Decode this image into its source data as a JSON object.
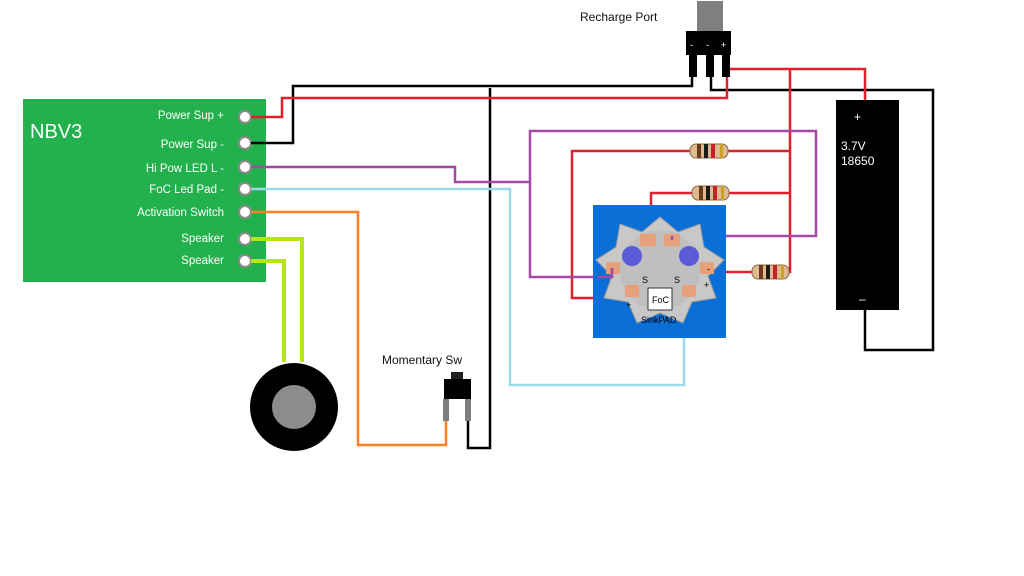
{
  "board": {
    "name": "NBV3",
    "pins": [
      "Power Sup +",
      "Power Sup -",
      "Hi Pow LED L -",
      "FoC Led Pad -",
      "Activation Switch",
      "Speaker",
      "Speaker"
    ]
  },
  "recharge_port": {
    "label": "Recharge Port",
    "pin_minus_1": "-",
    "pin_minus_2": "-",
    "pin_plus": "+"
  },
  "battery": {
    "plus": "+",
    "voltage": "3.7V",
    "type": "18650",
    "minus": "–"
  },
  "led_board": {
    "center_label": "FoC",
    "brand": "SinkPAD",
    "plus_1": "+",
    "plus_2": "+",
    "minus_1": "-",
    "minus_2": "-",
    "s_1": "S",
    "s_2": "S"
  },
  "switch": {
    "label": "Momentary Sw"
  },
  "colors": {
    "board_green": "#22b14c",
    "wire_red": "#e0202c",
    "wire_black": "#000000",
    "wire_purple": "#a349a4",
    "wire_lightblue": "#99d9ea",
    "wire_orange": "#ff7f27",
    "wire_yellowgreen": "#b5e61d",
    "led_blue": "#0a6fd6"
  }
}
